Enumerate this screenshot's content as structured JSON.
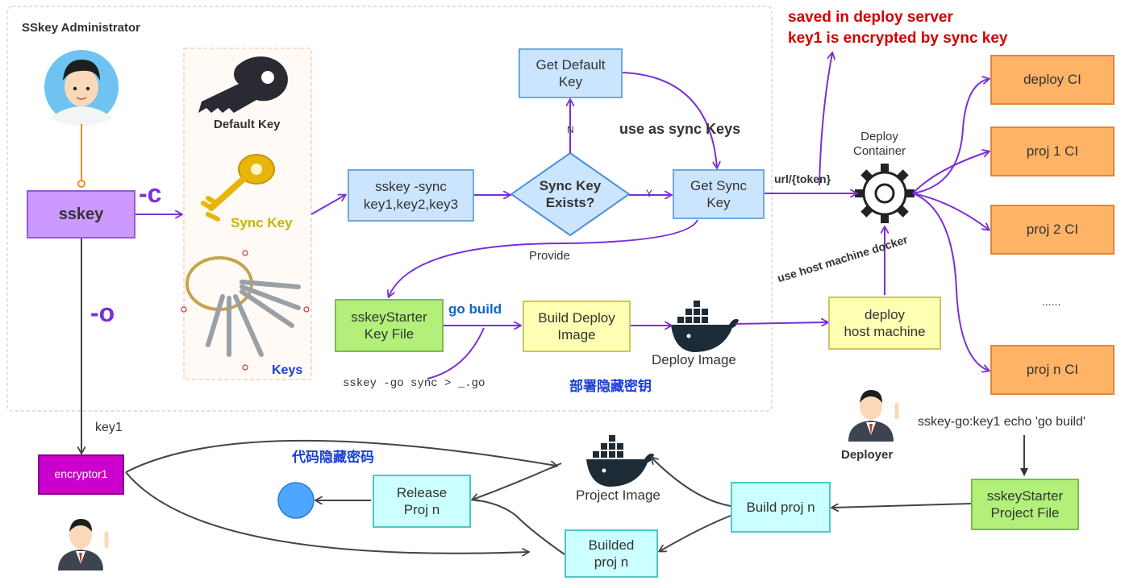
{
  "admin": {
    "title": "SSkey Administrator"
  },
  "flags": {
    "c": "-c",
    "o": "-o"
  },
  "keys": {
    "default": "Default Key",
    "sync": "Sync Key",
    "keys": "Keys"
  },
  "nodes": {
    "sskey": "sskey",
    "sskey_sync": "sskey -sync\nkey1,key2,key3",
    "sync_exists": "Sync Key\nExists?",
    "get_default": "Get Default\nKey",
    "get_sync": "Get Sync\nKey",
    "starter_key": "sskeyStarter\nKey File",
    "build_deploy": "Build Deploy\nImage",
    "deploy_host": "deploy\nhost machine",
    "encryptor": "encryptor1",
    "release": "Release\nProj n",
    "builded": "Builded\nproj n",
    "build_proj": "Build proj n",
    "starter_project": "sskeyStarter\nProject File",
    "deploy_ci": "deploy CI",
    "proj1": "proj 1 CI",
    "proj2": "proj 2 CI",
    "projn": "proj n CI"
  },
  "labels": {
    "n": "N",
    "y": "Y",
    "provide": "Provide",
    "use_sync": "use as sync Keys",
    "go_build": "go build",
    "go_cmd": "sskey -go sync > _.go",
    "deploy_image": "Deploy Image",
    "project_image": "Project Image",
    "deploy_container": "Deploy\nContainer",
    "url_token": "url/{token}",
    "use_host": "use host machine docker",
    "saved_line1": "saved in deploy server",
    "saved_line2": "key1 is encrypted by sync key",
    "cn_deploy": "部署隐藏密钥",
    "cn_code": "代码隐藏密码",
    "key1": "key1",
    "ellipsis": "......",
    "deployer": "Deployer",
    "echo": "sskey-go:key1 echo 'go build'"
  },
  "colors": {
    "arrow_purple": "#7b2fd6",
    "arrow_dark": "#444444",
    "red_text": "#d40000",
    "blue_text": "#1a3fd8",
    "sync_key_text": "#c8b400",
    "go_build_text": "#1565c0"
  }
}
